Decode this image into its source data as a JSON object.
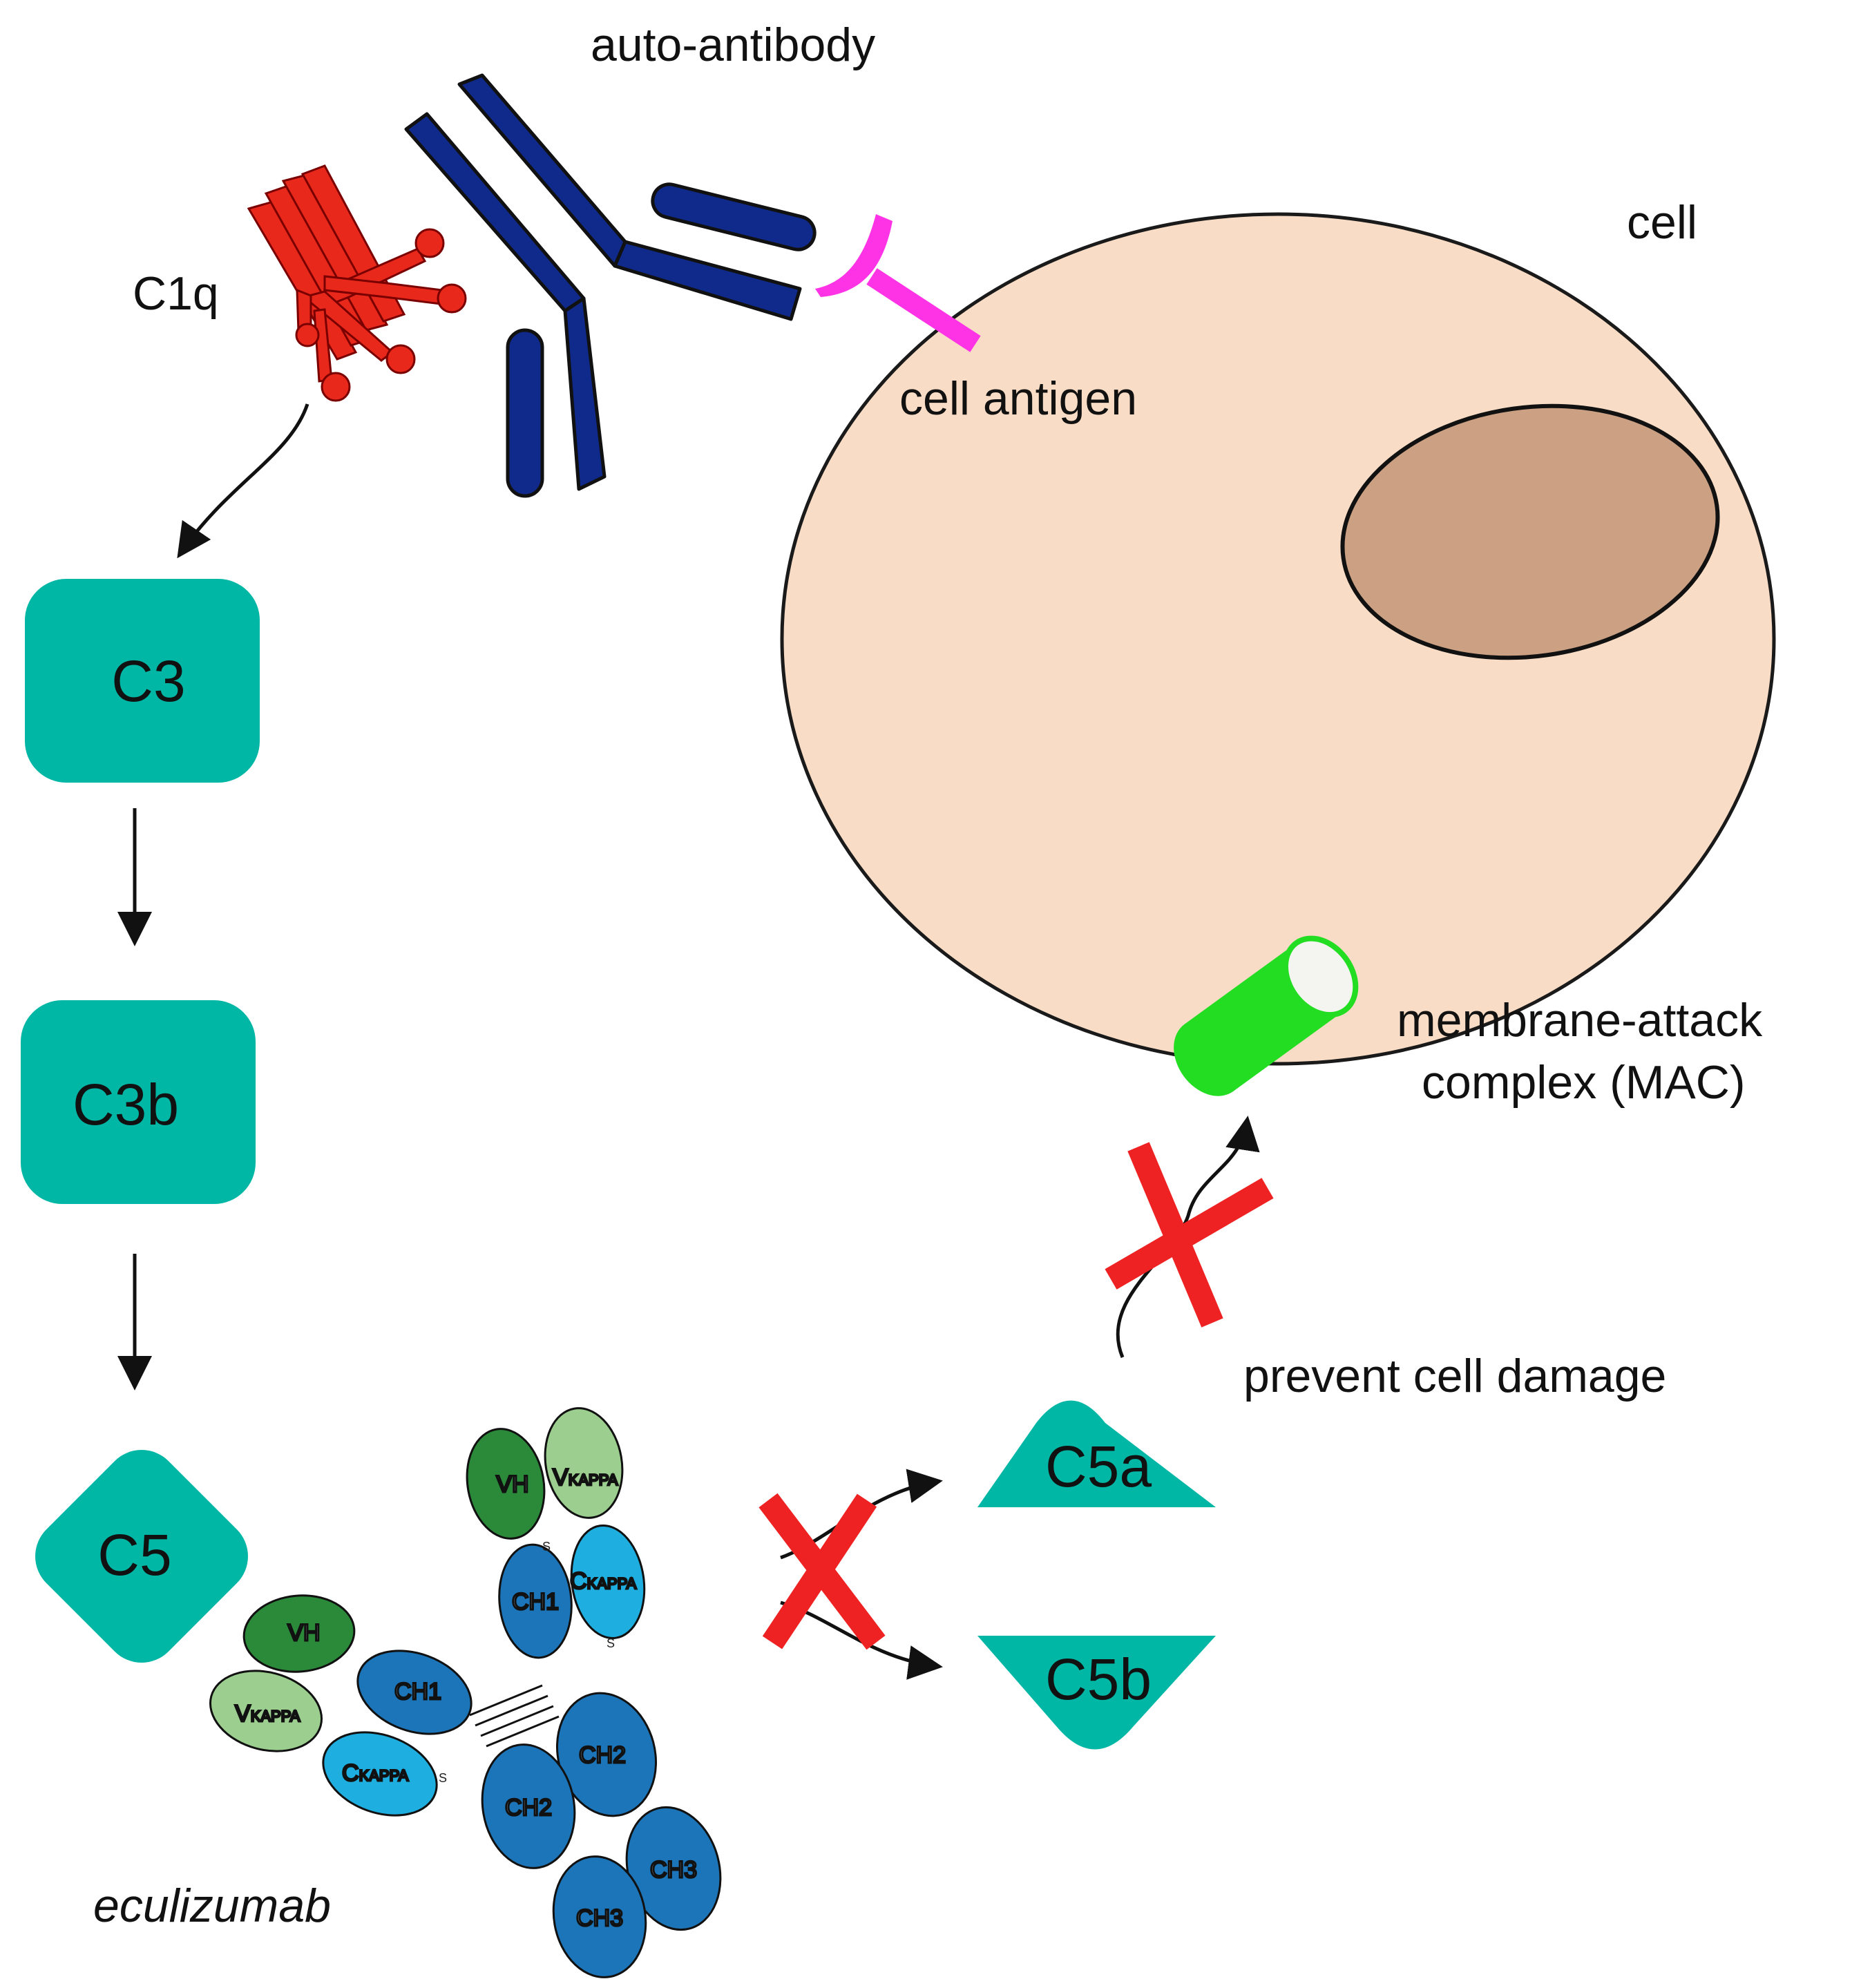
{
  "labels": {
    "auto_antibody": "auto-antibody",
    "c1q": "C1q",
    "cell": "cell",
    "cell_antigen": "cell antigen",
    "mac_line1": "membrane-attack",
    "mac_line2": "complex (MAC)",
    "prevent": "prevent cell damage",
    "drug": "eculizumab"
  },
  "cascade": {
    "c3": "C3",
    "c3b": "C3b",
    "c5": "C5",
    "c5a": "C5a",
    "c5b": "C5b"
  },
  "domains": {
    "vh": "VH",
    "v_prefix": "V",
    "c_prefix": "C",
    "kappa_sub": "KAPPA",
    "ch1": "CH1",
    "ch2": "CH2",
    "ch3": "CH3",
    "disulfide": "S"
  },
  "colors": {
    "teal": "#00b7a6",
    "antibody_navy": "#0f2a8a",
    "c1q_red": "#e8281b",
    "antigen_magenta": "#ff33e6",
    "cell_fill": "#f8dcc5",
    "nucleus_fill": "#cba083",
    "mac_green": "#22dd22",
    "x_red": "#ee2222",
    "dark_green": "#2a8a3a",
    "light_green": "#9ccf8f",
    "blue": "#1c75b8",
    "light_blue": "#1eaee0"
  }
}
